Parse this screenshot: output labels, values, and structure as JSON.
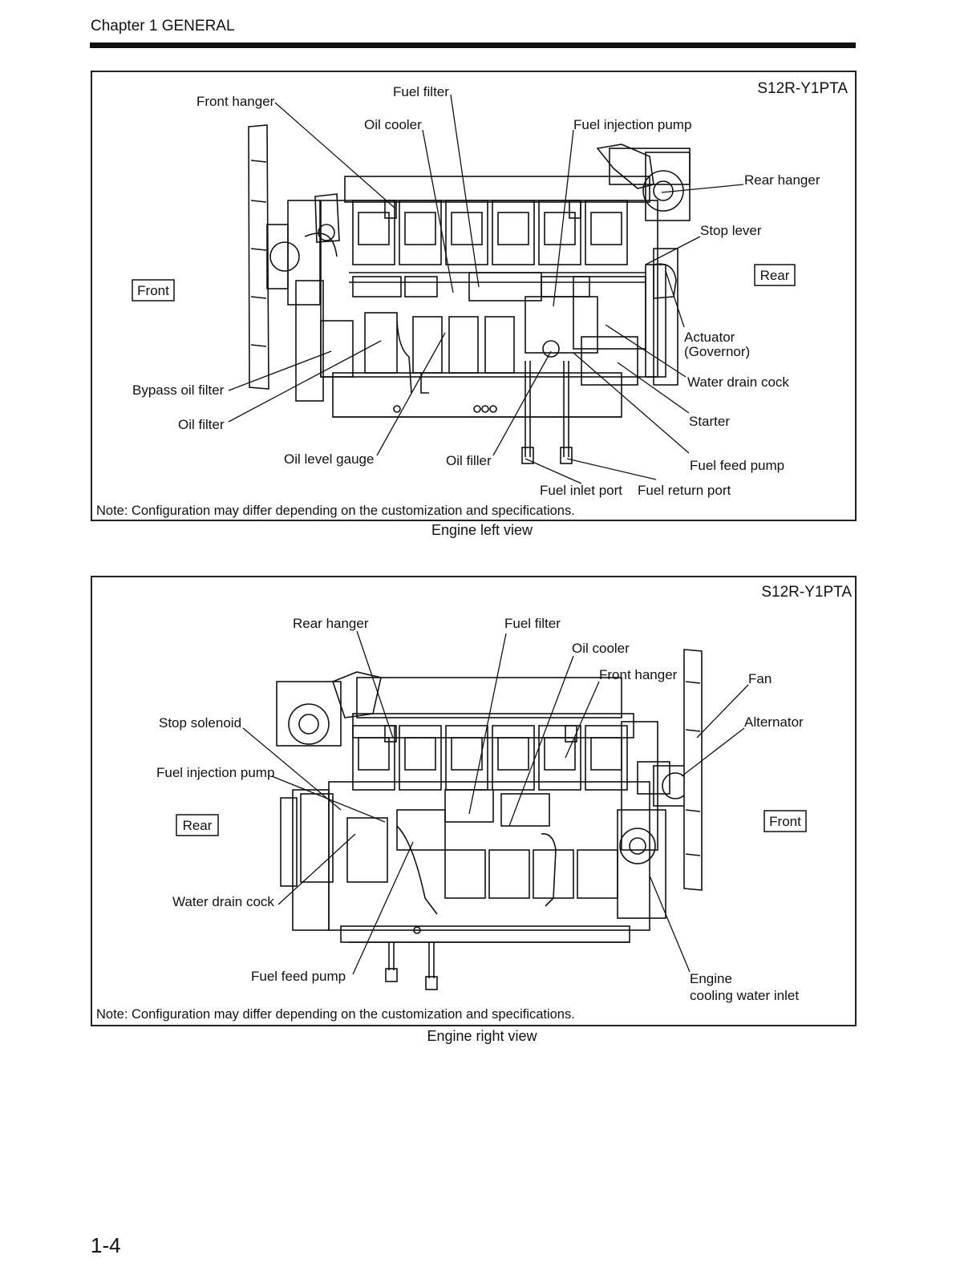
{
  "header": {
    "chapter": "Chapter 1 GENERAL"
  },
  "figure_left": {
    "model": "S12R-Y1PTA",
    "side_front": "Front",
    "side_rear": "Rear",
    "labels": {
      "front_hanger": "Front hanger",
      "fuel_filter": "Fuel filter",
      "oil_cooler": "Oil cooler",
      "fuel_injection_pump": "Fuel injection pump",
      "rear_hanger": "Rear hanger",
      "stop_lever": "Stop lever",
      "actuator": "Actuator",
      "governor": "(Governor)",
      "water_drain_cock": "Water drain cock",
      "starter": "Starter",
      "fuel_feed_pump": "Fuel feed pump",
      "fuel_return_port": "Fuel return port",
      "fuel_inlet_port": "Fuel inlet port",
      "oil_filler": "Oil filler",
      "oil_level_gauge": "Oil level gauge",
      "oil_filter": "Oil filter",
      "bypass_oil_filter": "Bypass oil filter"
    },
    "note": "Note: Configuration may differ depending on the customization and specifications.",
    "caption": "Engine left view"
  },
  "figure_right": {
    "model": "S12R-Y1PTA",
    "side_front": "Front",
    "side_rear": "Rear",
    "labels": {
      "rear_hanger": "Rear hanger",
      "fuel_filter": "Fuel filter",
      "oil_cooler": "Oil cooler",
      "front_hanger": "Front hanger",
      "fan": "Fan",
      "alternator": "Alternator",
      "stop_solenoid": "Stop solenoid",
      "fuel_injection_pump": "Fuel injection pump",
      "water_drain_cock": "Water drain cock",
      "fuel_feed_pump": "Fuel feed pump",
      "engine": "Engine",
      "cooling_water_inlet": "cooling water inlet"
    },
    "note": "Note: Configuration may differ depending on the customization and specifications.",
    "caption": "Engine right view"
  },
  "footer": {
    "page_number": "1-4"
  }
}
